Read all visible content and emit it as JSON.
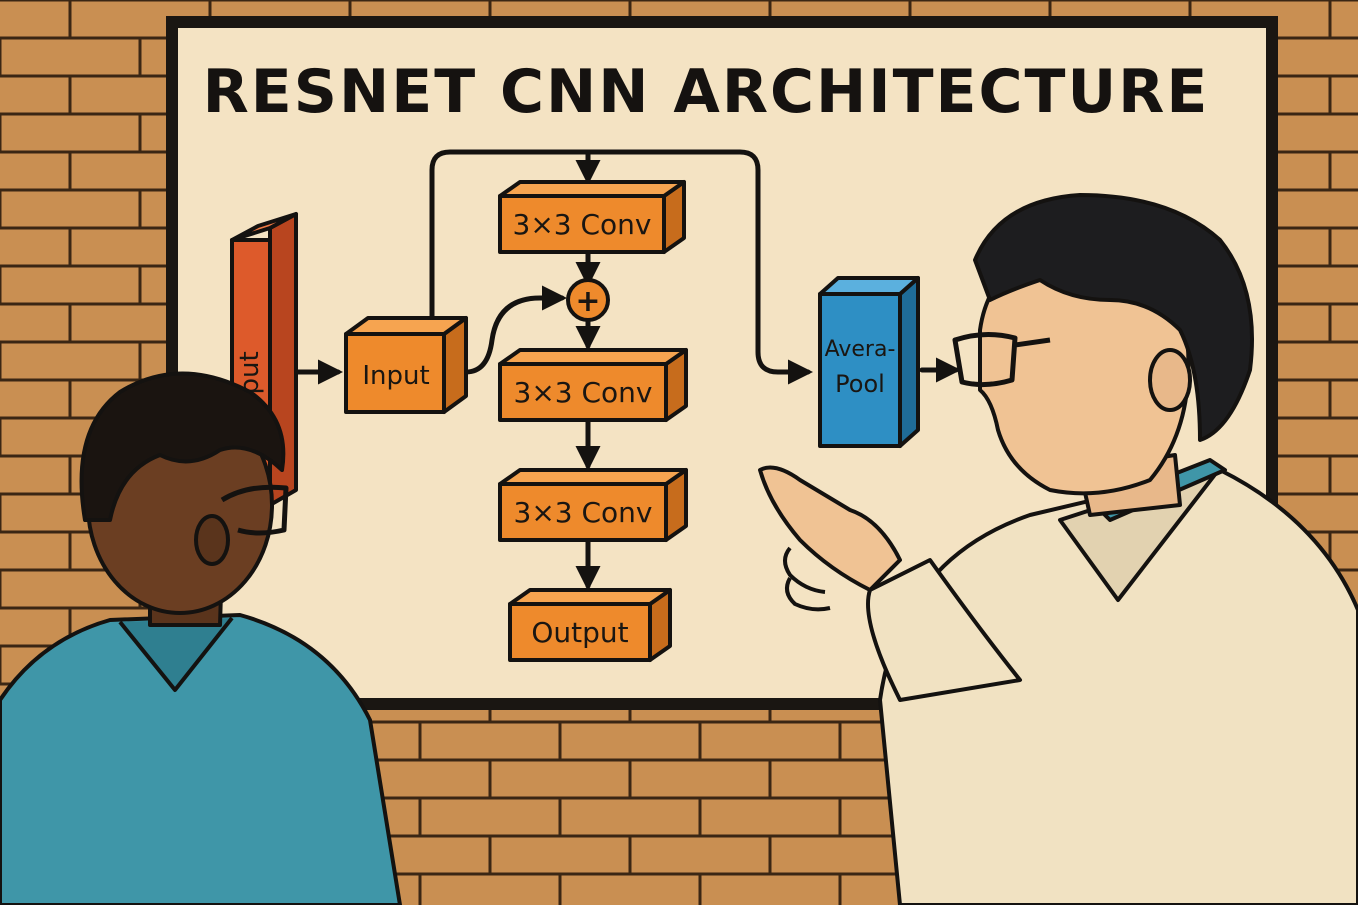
{
  "poster": {
    "title": "RESNET CNN ARCHITECTURE"
  },
  "diagram": {
    "blocks": {
      "input_tall": "Input",
      "input": "Input",
      "conv_top": "3×3 Conv",
      "conv_mid": "3×3 Conv",
      "conv_low": "3×3 Conv",
      "output": "Output",
      "pool_line1": "Avera-",
      "pool_line2": "Pool"
    },
    "add_symbol": "+"
  },
  "colors": {
    "wall": "#c98f52",
    "board": "#f4e3c3",
    "orange_block": "#ee8a2c",
    "red_block": "#dd5a2b",
    "blue_block": "#2e8fc4",
    "outline": "#141210"
  }
}
